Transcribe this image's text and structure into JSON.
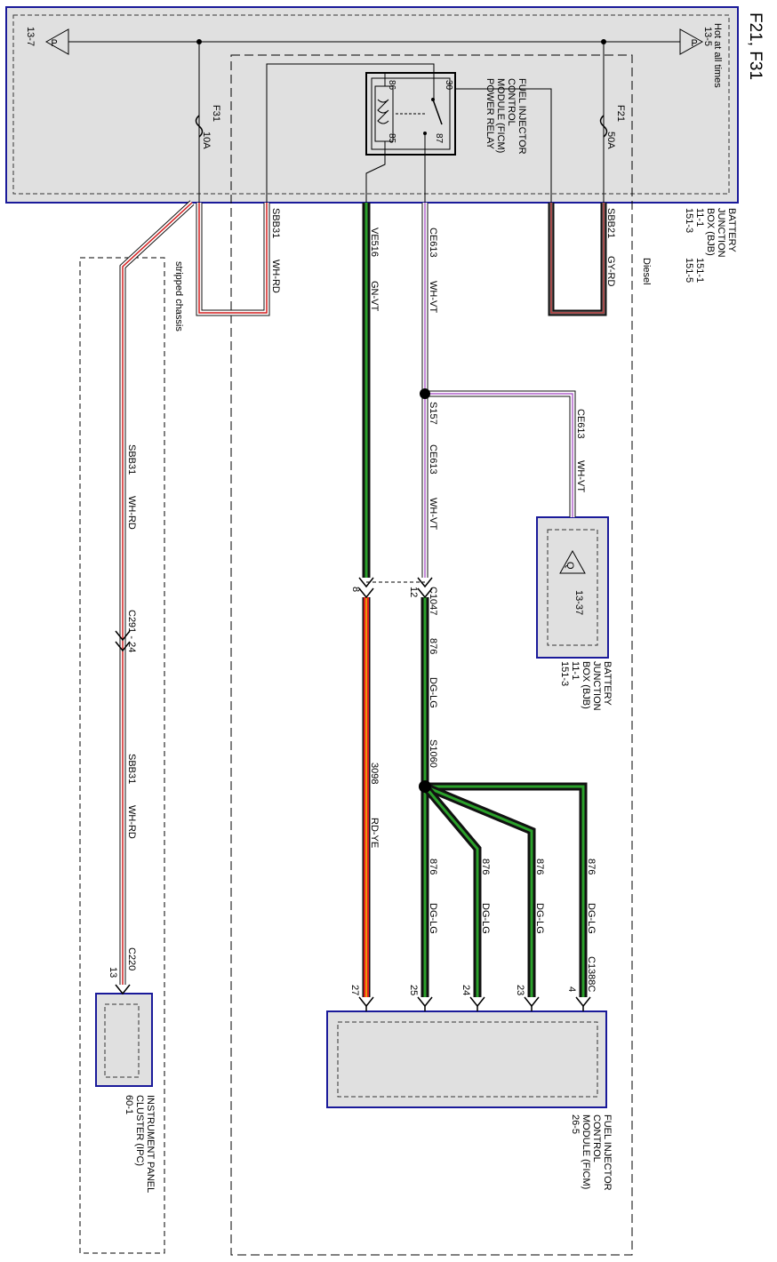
{
  "page_title": "F21, F31",
  "bjb_power": {
    "hot_label": "Hot at all times",
    "ref_left": "13-7",
    "ref_right": "13-5",
    "symbol_letter": "P"
  },
  "fuses": [
    {
      "id": "F31",
      "rating": "10A"
    },
    {
      "id": "F21",
      "rating": "50A"
    }
  ],
  "relay": {
    "name_lines": [
      "FUEL INJECTOR",
      "CONTROL",
      "MODULE (FICM)",
      "POWER RELAY"
    ],
    "pins": [
      "86",
      "85",
      "30",
      "87"
    ]
  },
  "bjb": {
    "name_lines": [
      "BATTERY",
      "JUNCTION",
      "BOX (BJB)"
    ],
    "refs_a": [
      "11-1",
      "151-3"
    ],
    "refs_b": [
      "151-1",
      "151-5"
    ]
  },
  "bjb2": {
    "name_lines": [
      "BATTERY",
      "JUNCTION",
      "BOX (BJB)"
    ],
    "refs": [
      "11-1",
      "151-3"
    ],
    "symbol_letter": "Q",
    "ref": "13-37"
  },
  "zones": {
    "diesel": "Diesel",
    "stripped_chassis": "stripped chassis"
  },
  "wires": {
    "sbb21": {
      "circuit": "SBB21",
      "color": "GY-RD"
    },
    "sbb31_top": {
      "circuit": "SBB31",
      "color": "WH-RD"
    },
    "ve516": {
      "circuit": "VE516",
      "color": "GN-VT"
    },
    "ce613_top": {
      "circuit": "CE613",
      "color": "WH-VT"
    },
    "ce613_branch": {
      "circuit": "CE613",
      "color": "WH-VT"
    },
    "ce613_mid": {
      "circuit": "CE613",
      "color": "WH-VT"
    },
    "w876_main": {
      "circuit": "876",
      "color": "DG-LG"
    },
    "w876_b1": {
      "circuit": "876",
      "color": "DG-LG"
    },
    "w876_b2": {
      "circuit": "876",
      "color": "DG-LG"
    },
    "w876_b3": {
      "circuit": "876",
      "color": "DG-LG"
    },
    "w876_b4": {
      "circuit": "876",
      "color": "DG-LG"
    },
    "w3098": {
      "circuit": "3098",
      "color": "RD-YE"
    },
    "sbb31_mid": {
      "circuit": "SBB31",
      "color": "WH-RD"
    },
    "sbb31_low": {
      "circuit": "SBB31",
      "color": "WH-RD"
    }
  },
  "splices": {
    "s157": "S157",
    "s1060": "S1060"
  },
  "connectors": {
    "c1047": {
      "id": "C1047",
      "pins": [
        "12",
        "8"
      ]
    },
    "c291": "C291 - 24",
    "c1388c": {
      "id": "C1388C",
      "pins": [
        "4",
        "23",
        "24",
        "25",
        "27"
      ]
    },
    "c220": {
      "id": "C220",
      "pin": "13"
    }
  },
  "ficm": {
    "name_lines": [
      "FUEL INJECTOR",
      "CONTROL",
      "MODULE (FICM)",
      "26-5"
    ]
  },
  "ipc": {
    "name_lines": [
      "INSTRUMENT PANEL",
      "CLUSTER (IPC)",
      "60-1"
    ]
  },
  "colors": {
    "module_fill": "#e0e0e0",
    "module_border": "#1a1a9a",
    "wire_white": "#ffffff",
    "stripe_red": "#d42020",
    "stripe_violet": "#a040c0",
    "stripe_green": "#2aa02a",
    "wire_red": "#e02020",
    "stripe_yellow": "#f0c000",
    "wire_dark": "#111111",
    "wire_gray": "#777777"
  }
}
